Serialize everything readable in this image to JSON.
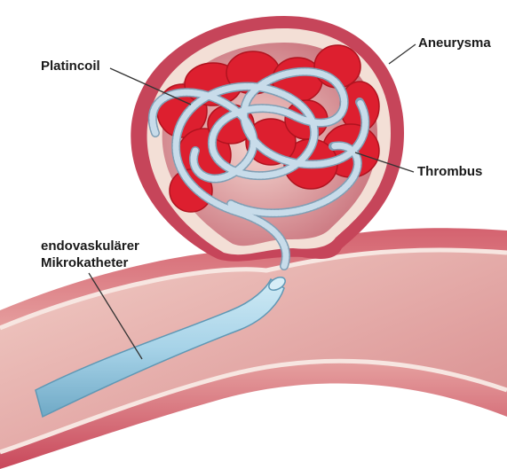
{
  "labels": {
    "platincoil": "Platincoil",
    "aneurysma": "Aneurysma",
    "thrombus": "Thrombus",
    "mikrokatheter_line1": "endovaskulärer",
    "mikrokatheter_line2": "Mikrokatheter"
  },
  "colors": {
    "vessel_wall_outer": "#c8485e",
    "vessel_wall_inner": "#f2d6cf",
    "lumen": "#e8b2ae",
    "thrombus": "#e0202e",
    "coil": "#b9d3e3",
    "catheter": "#a9d6ea",
    "leader_line": "#333333"
  }
}
